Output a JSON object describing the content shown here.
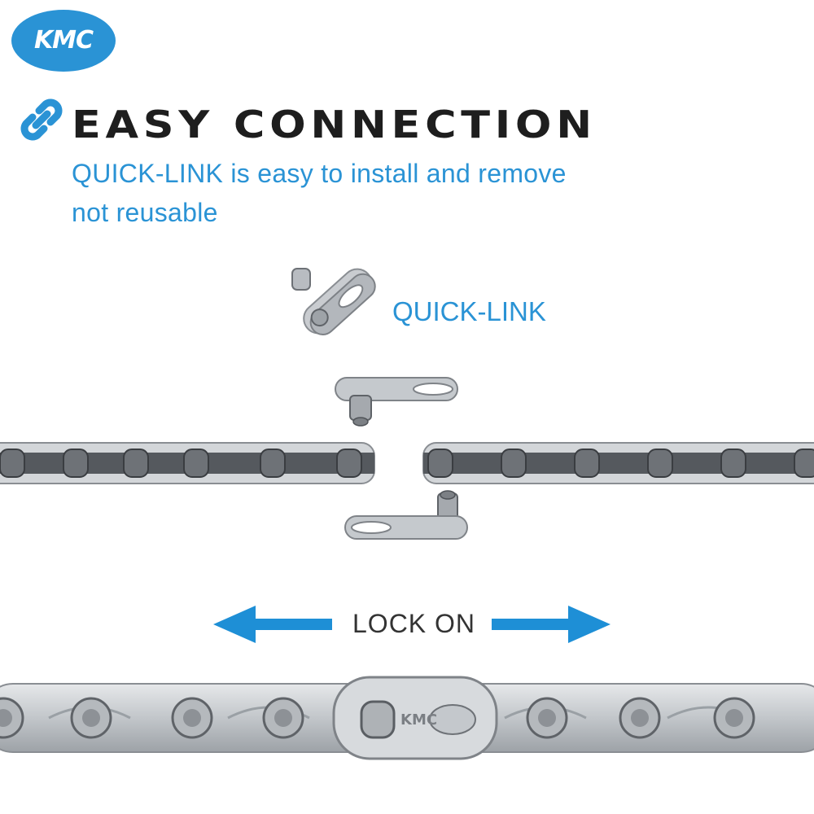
{
  "brand": {
    "logo_text": "KMC",
    "color": "#2a93d5"
  },
  "header": {
    "icon": "chain-link-icon",
    "headline": "EASY CONNECTION",
    "subline_1": "QUICK-LINK is easy to install and remove",
    "subline_2": "not reusable"
  },
  "diagram": {
    "part_label": "QUICK-LINK",
    "action_label": "LOCK ON",
    "arrow_color": "#1e8fd6",
    "arrow_icons": [
      "arrow-left-icon",
      "arrow-right-icon"
    ],
    "plate_engraving": "KMC"
  }
}
